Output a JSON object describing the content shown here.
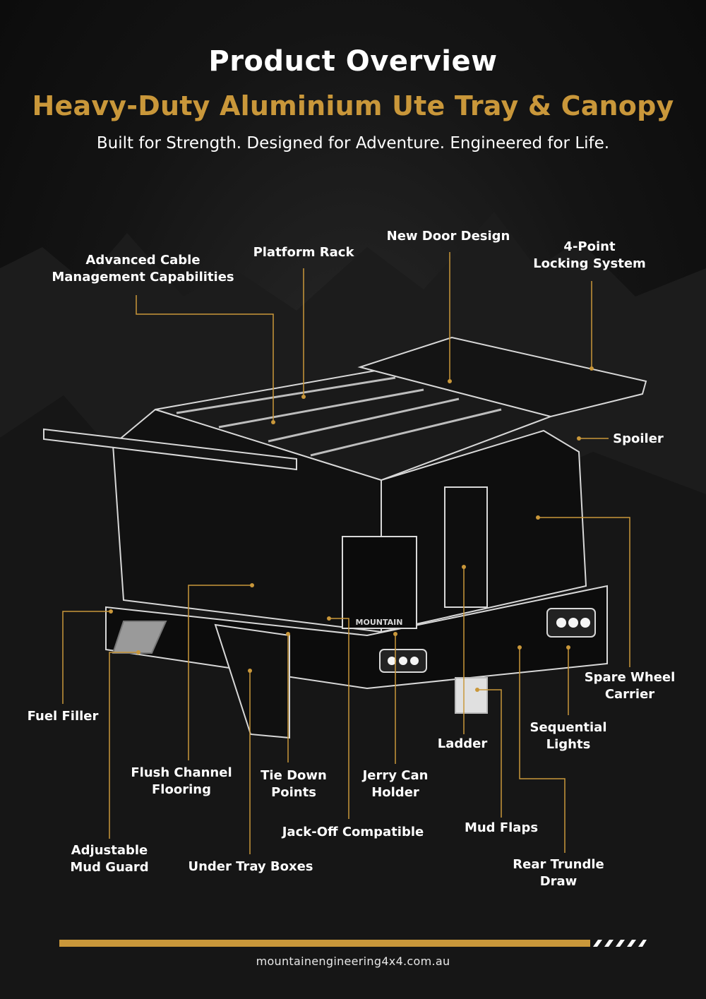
{
  "header": {
    "title": "Product Overview",
    "subtitle": "Heavy-Duty Aluminium Ute Tray & Canopy",
    "tagline": "Built for Strength. Designed for Adventure. Engineered for Life."
  },
  "callouts": {
    "cable": "Advanced Cable\nManagement Capabilities",
    "platform_rack": "Platform Rack",
    "door": "New Door Design",
    "locking": "4-Point\nLocking System",
    "spoiler": "Spoiler",
    "spare_wheel": "Spare Wheel\nCarrier",
    "sequential_lights": "Sequential\nLights",
    "ladder": "Ladder",
    "fuel_filler": "Fuel Filler",
    "flush_flooring": "Flush Channel\nFlooring",
    "tie_down": "Tie Down\nPoints",
    "jerry_can": "Jerry Can\nHolder",
    "mud_flaps": "Mud Flaps",
    "jack_off": "Jack-Off Compatible",
    "mud_guard": "Adjustable\nMud Guard",
    "under_tray": "Under Tray Boxes",
    "trundle": "Rear Trundle\nDraw"
  },
  "product": {
    "brand_mark": "MOUNTAIN"
  },
  "footer": {
    "url": "mountainengineering4x4.com.au"
  },
  "colors": {
    "accent": "#c9973a",
    "background": "#0d0d0d",
    "text": "#ffffff"
  }
}
